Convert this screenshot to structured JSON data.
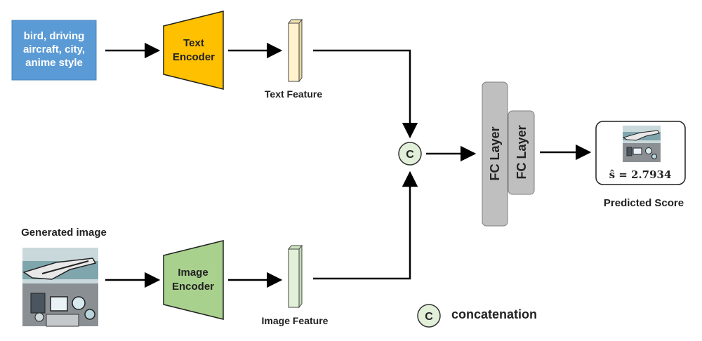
{
  "prompt_box": {
    "lines": [
      "bird, driving",
      "aircraft, city,",
      "anime style"
    ],
    "fill": "#5B9BD5"
  },
  "text_encoder": {
    "lines": [
      "Text",
      "Encoder"
    ],
    "fill": "#FFC000"
  },
  "image_encoder": {
    "lines": [
      "Image",
      "Encoder"
    ],
    "fill": "#A9D18E"
  },
  "text_feature": {
    "label": "Text Feature",
    "fill": "#FFF2CC"
  },
  "image_feature": {
    "label": "Image Feature",
    "fill": "#E2F0D9"
  },
  "generated_image": {
    "label": "Generated image"
  },
  "concat_node": {
    "symbol": "C",
    "fill": "#E2F0D9"
  },
  "fc_layers": {
    "label_1": "FC Layer",
    "label_2": "FC Layer",
    "fill": "#BFBFBF"
  },
  "output": {
    "score_text": "ŝ = 2.7934",
    "label": "Predicted Score"
  },
  "legend": {
    "symbol": "C",
    "text": "concatenation"
  }
}
